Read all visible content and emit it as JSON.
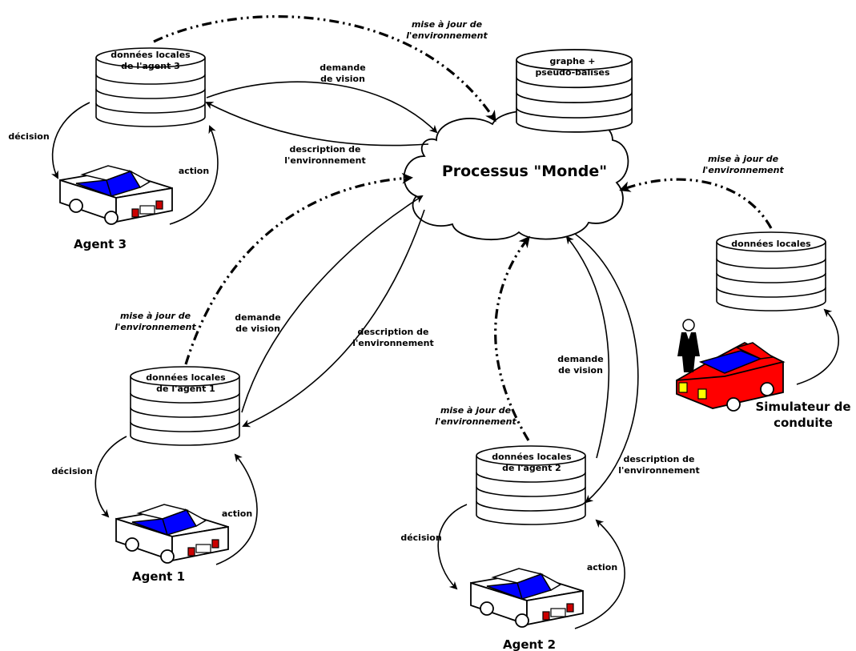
{
  "world": {
    "label": "Processus \"Monde\""
  },
  "graph_db": {
    "line1": "graphe +",
    "line2": "pseudo-balises"
  },
  "agents": [
    {
      "name": "Agent 3",
      "db_line1": "données locales",
      "db_line2": "de l'agent 3"
    },
    {
      "name": "Agent 1",
      "db_line1": "données locales",
      "db_line2": "de l'agent 1"
    },
    {
      "name": "Agent 2",
      "db_line1": "données locales",
      "db_line2": "de l'agent 2"
    }
  ],
  "simulator": {
    "db_label": "données locales",
    "line1": "Simulateur de",
    "line2": "conduite"
  },
  "labels": {
    "decision": "décision",
    "action": "action",
    "demande_line1": "demande",
    "demande_line2": "de vision",
    "description_line1": "description de",
    "description_line2": "l'environnement",
    "maj_line1": "mise à jour de",
    "maj_line2": "l'environnement"
  },
  "colors": {
    "car_blue": "#0000ff",
    "car_red": "#ff0000",
    "tail_red": "#cc0000",
    "headlight_yellow": "#ffff00"
  }
}
